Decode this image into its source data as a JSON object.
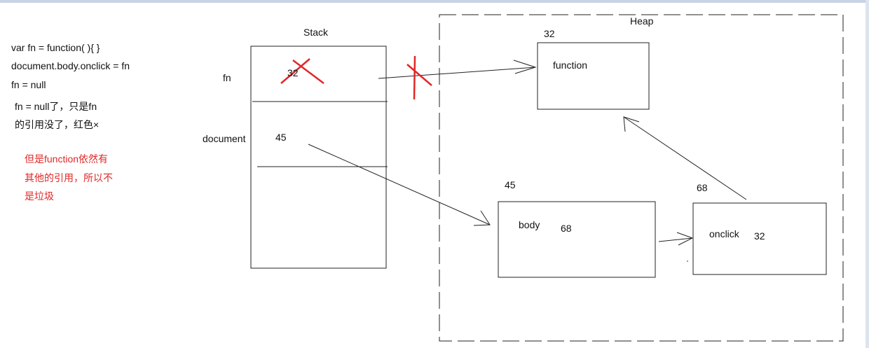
{
  "code": {
    "line1": "var fn = function( ){ }",
    "line2": "document.body.onclick = fn",
    "line3": "fn = null"
  },
  "note": {
    "line1": "fn = null了，只是fn",
    "line2": "的引用没了，红色×"
  },
  "red_note": {
    "line1": "但是function依然有",
    "line2": "其他的引用，所以不",
    "line3": "是垃圾"
  },
  "stack": {
    "title": "Stack",
    "fn_label": "fn",
    "fn_value": "32",
    "document_label": "document",
    "document_value": "45"
  },
  "heap": {
    "title": "Heap",
    "function_address": "32",
    "function_label": "function",
    "body_address": "45",
    "body_label": "body",
    "body_value": "68",
    "onclick_address": "68",
    "onclick_label": "onclick",
    "onclick_value": "32"
  },
  "colors": {
    "cross": "#e02828",
    "text_red": "#e02828",
    "stroke": "#222222"
  }
}
